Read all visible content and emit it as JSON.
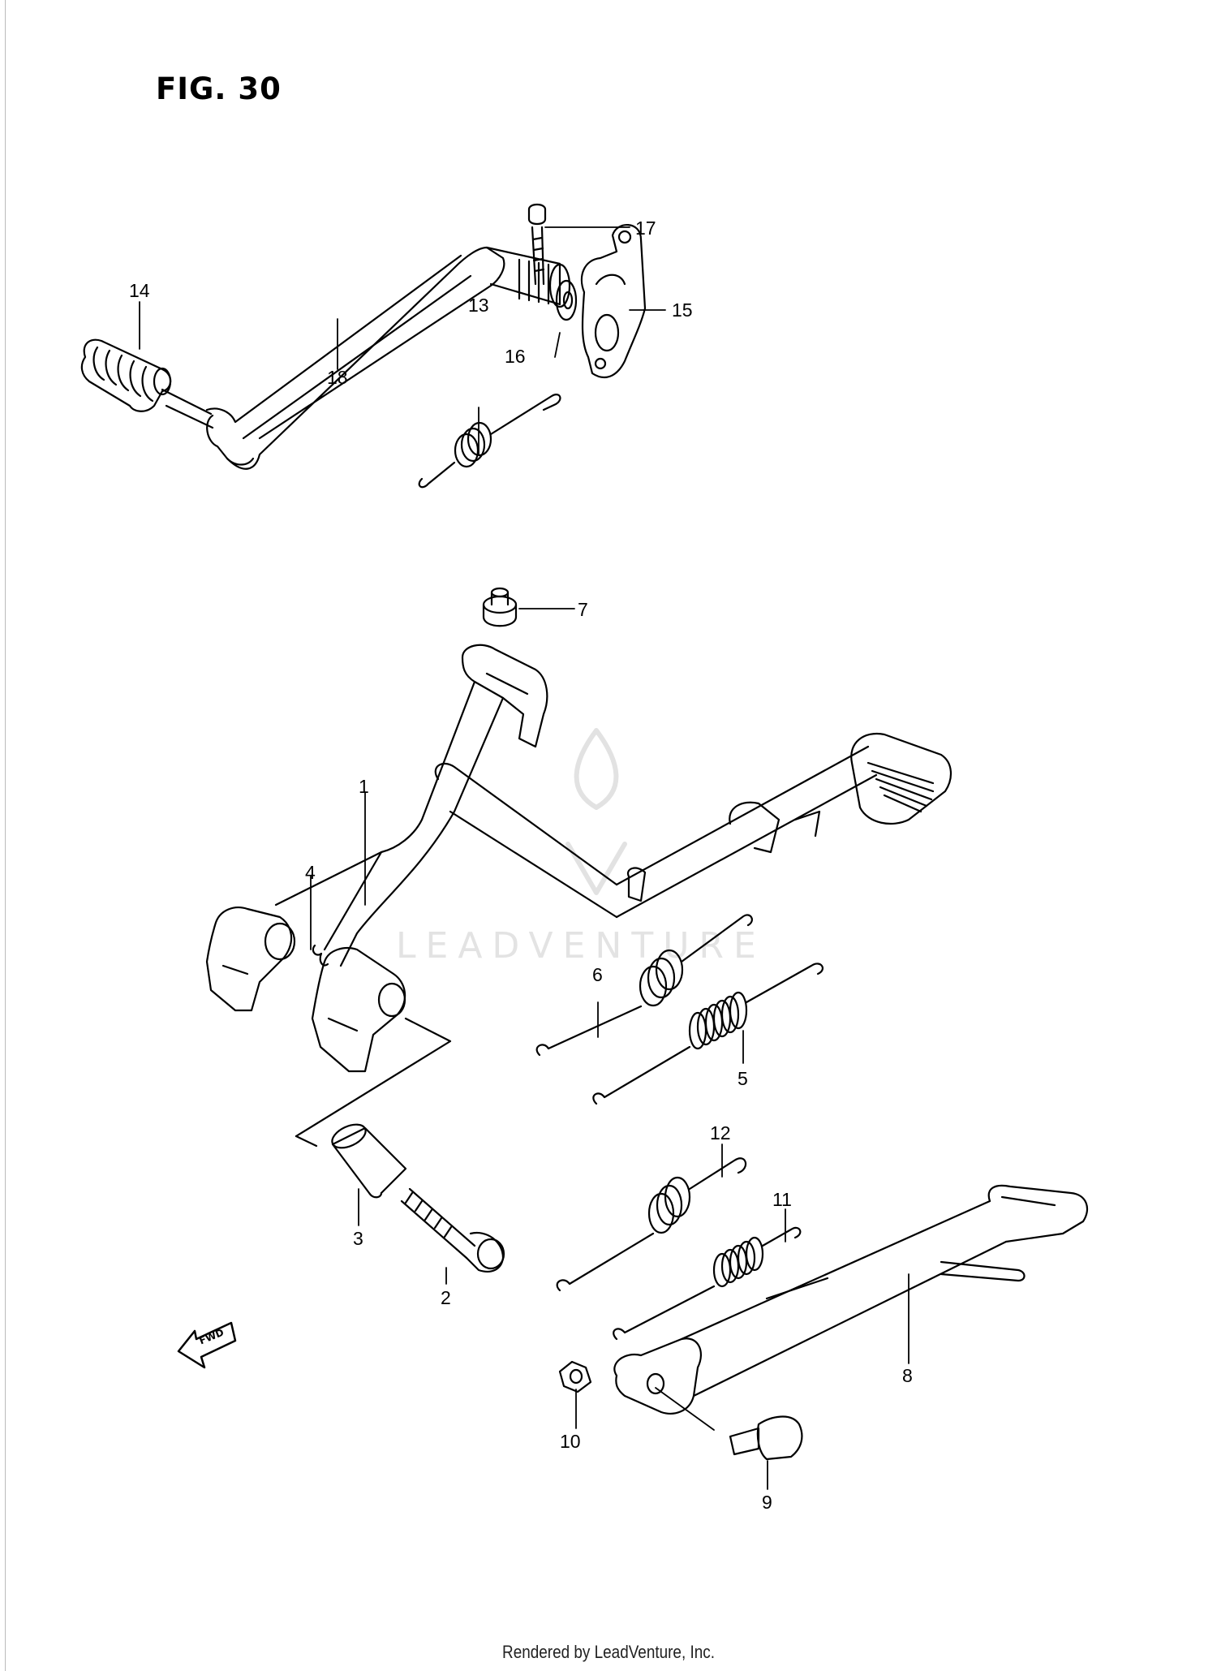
{
  "figure_title": "FIG. 30",
  "footer_text": "Rendered by LeadVenture, Inc.",
  "watermark_text": "LEADVENTURE",
  "fwd_label": "FWD",
  "callouts": {
    "c1": "1",
    "c2": "2",
    "c3": "3",
    "c4": "4",
    "c5": "5",
    "c6": "6",
    "c7": "7",
    "c8": "8",
    "c9": "9",
    "c10": "10",
    "c11": "11",
    "c12": "12",
    "c13": "13",
    "c14": "14",
    "c15": "15",
    "c16": "16",
    "c17": "17",
    "c18": "18"
  }
}
